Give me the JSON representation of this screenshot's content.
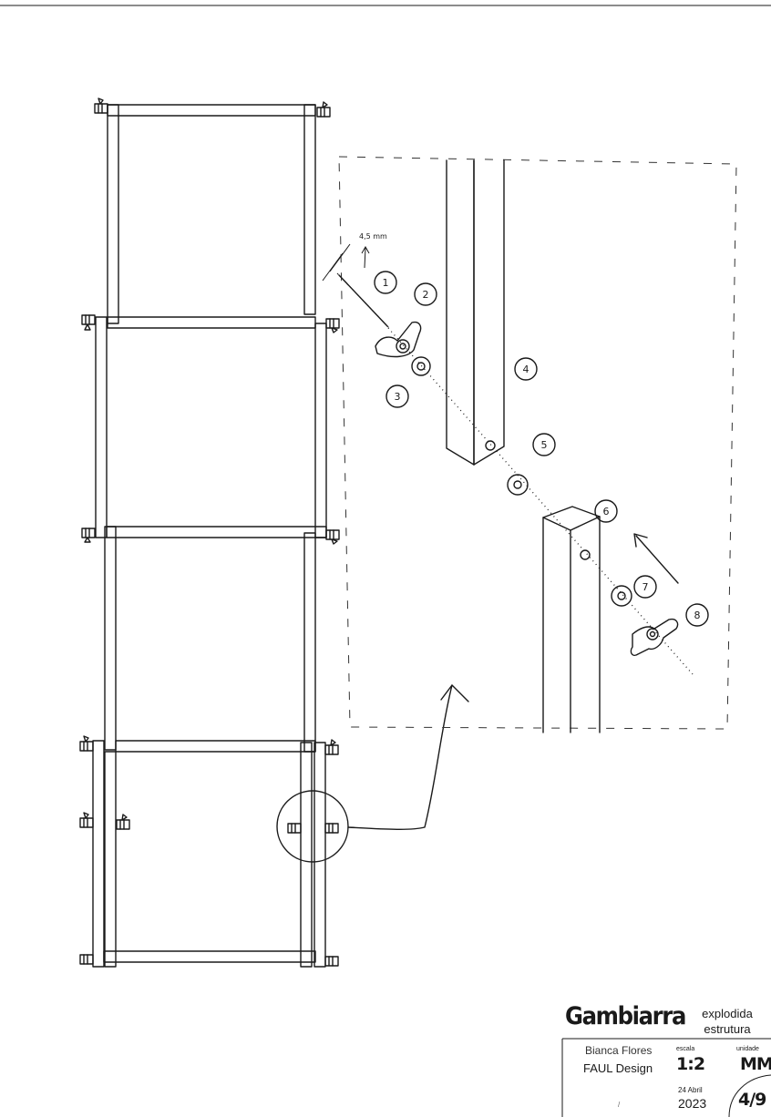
{
  "callouts": [
    "1",
    "2",
    "3",
    "4",
    "5",
    "6",
    "7",
    "8"
  ],
  "dimension_note": "4,5 mm",
  "title_block": {
    "brand": "Gambiarra",
    "description_line1": "explodida",
    "description_line2": "estrutura",
    "author": "Bianca Flores",
    "studio": "FAUL Design",
    "scale_label": "escala",
    "scale_value": "1:2",
    "unit_label": "unidade",
    "unit_value": "MM",
    "date_day": "24 Abril",
    "date_year": "2023",
    "page": "4/9",
    "mark": "/"
  }
}
